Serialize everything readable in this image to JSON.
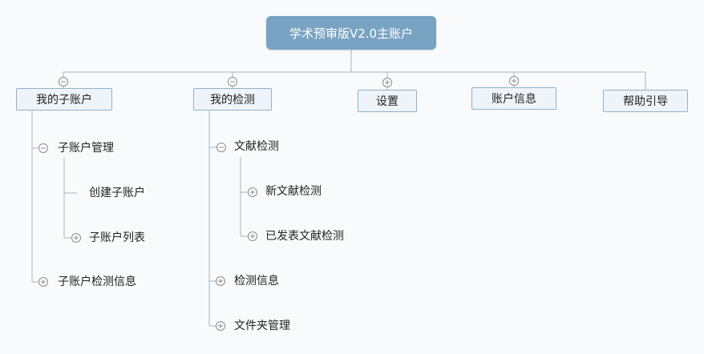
{
  "root": {
    "title": "学术预审版V2.0主账户"
  },
  "branches": [
    {
      "label": "我的子账户",
      "toggle": "expanded"
    },
    {
      "label": "我的检测",
      "toggle": "expanded"
    },
    {
      "label": "设置",
      "toggle": "collapsed"
    },
    {
      "label": "账户信息",
      "toggle": "collapsed"
    },
    {
      "label": "帮助引导",
      "toggle": "none"
    }
  ],
  "subaccount": {
    "manage": {
      "label": "子账户管理",
      "toggle": "expanded"
    },
    "create": {
      "label": "创建子账户",
      "toggle": "none"
    },
    "list": {
      "label": "子账户列表",
      "toggle": "collapsed"
    },
    "detect_info": {
      "label": "子账户检测信息",
      "toggle": "collapsed"
    }
  },
  "detection": {
    "literature": {
      "label": "文献检测",
      "toggle": "expanded"
    },
    "new_literature": {
      "label": "新文献检测",
      "toggle": "collapsed"
    },
    "published": {
      "label": "已发表文献检测",
      "toggle": "collapsed"
    },
    "info": {
      "label": "检测信息",
      "toggle": "collapsed"
    },
    "folder": {
      "label": "文件夹管理",
      "toggle": "collapsed"
    }
  },
  "colors": {
    "line": "#9fb6c8",
    "root_fill": "#78a3c3",
    "node_fill": "#eef4f9",
    "node_border": "#8fb2cc",
    "toggle": "#8a8a8a"
  }
}
